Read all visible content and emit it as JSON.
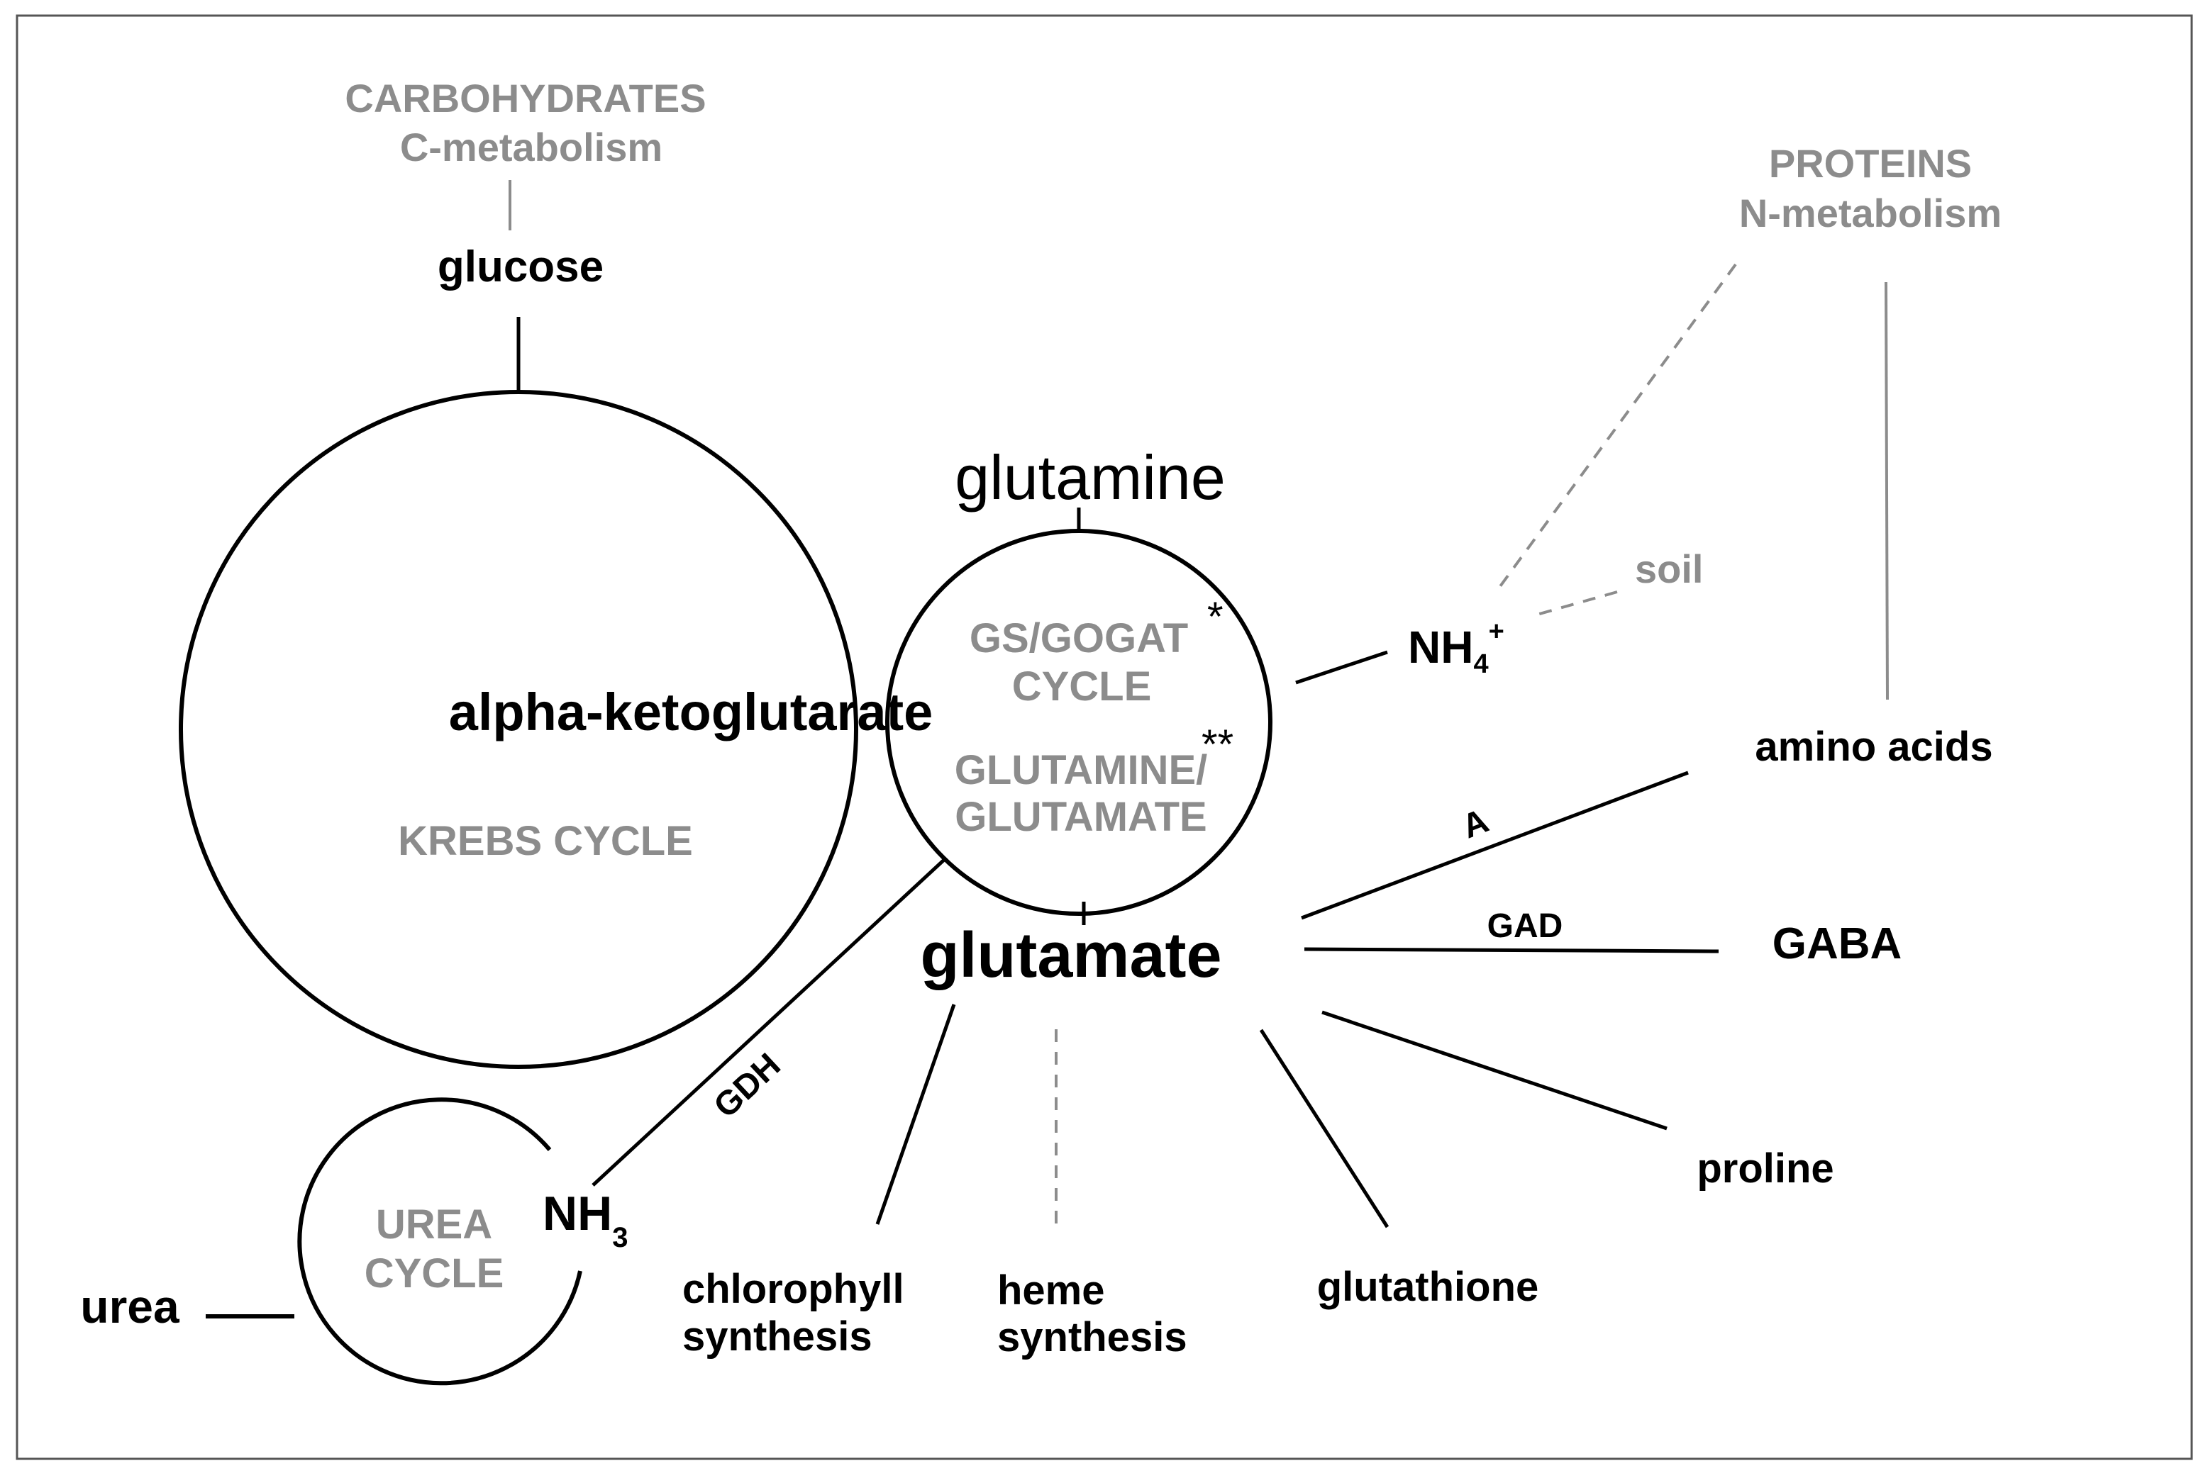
{
  "colors": {
    "black_label": "#000000",
    "gray_label": "#8c8c8c",
    "background": "#ffffff"
  },
  "carbohydrates": {
    "title": "CARBOHYDRATES",
    "subtitle": "C-metabolism"
  },
  "proteins": {
    "title": "PROTEINS",
    "subtitle": "N-metabolism"
  },
  "nodes": {
    "glucose": "glucose",
    "glutamine": "glutamine",
    "alpha_ketoglutarate": "alpha-ketoglutarate",
    "krebs_cycle": "KREBS CYCLE",
    "gs_gogat_line1": "GS/GOGAT",
    "gs_gogat_line2": "CYCLE",
    "gs_gogat_mark": "*",
    "gln_glu_line1": "GLUTAMINE/",
    "gln_glu_line2": "GLUTAMATE",
    "gln_glu_mark": "**",
    "nh4": "NH",
    "nh4_sub": "4",
    "nh4_sup": "+",
    "soil": "soil",
    "amino_acids": "amino acids",
    "glutamate": "glutamate",
    "gaba": "GABA",
    "proline": "proline",
    "glutathione": "glutathione",
    "heme_line1": "heme",
    "heme_line2": "synthesis",
    "chlorophyll_line1": "chlorophyll",
    "chlorophyll_line2": "synthesis",
    "nh3": "NH",
    "nh3_sub": "3",
    "urea_cycle_line1": "UREA",
    "urea_cycle_line2": "CYCLE",
    "urea": "urea"
  },
  "enzymes": {
    "a": "A",
    "gad": "GAD",
    "gdh": "GDH"
  }
}
